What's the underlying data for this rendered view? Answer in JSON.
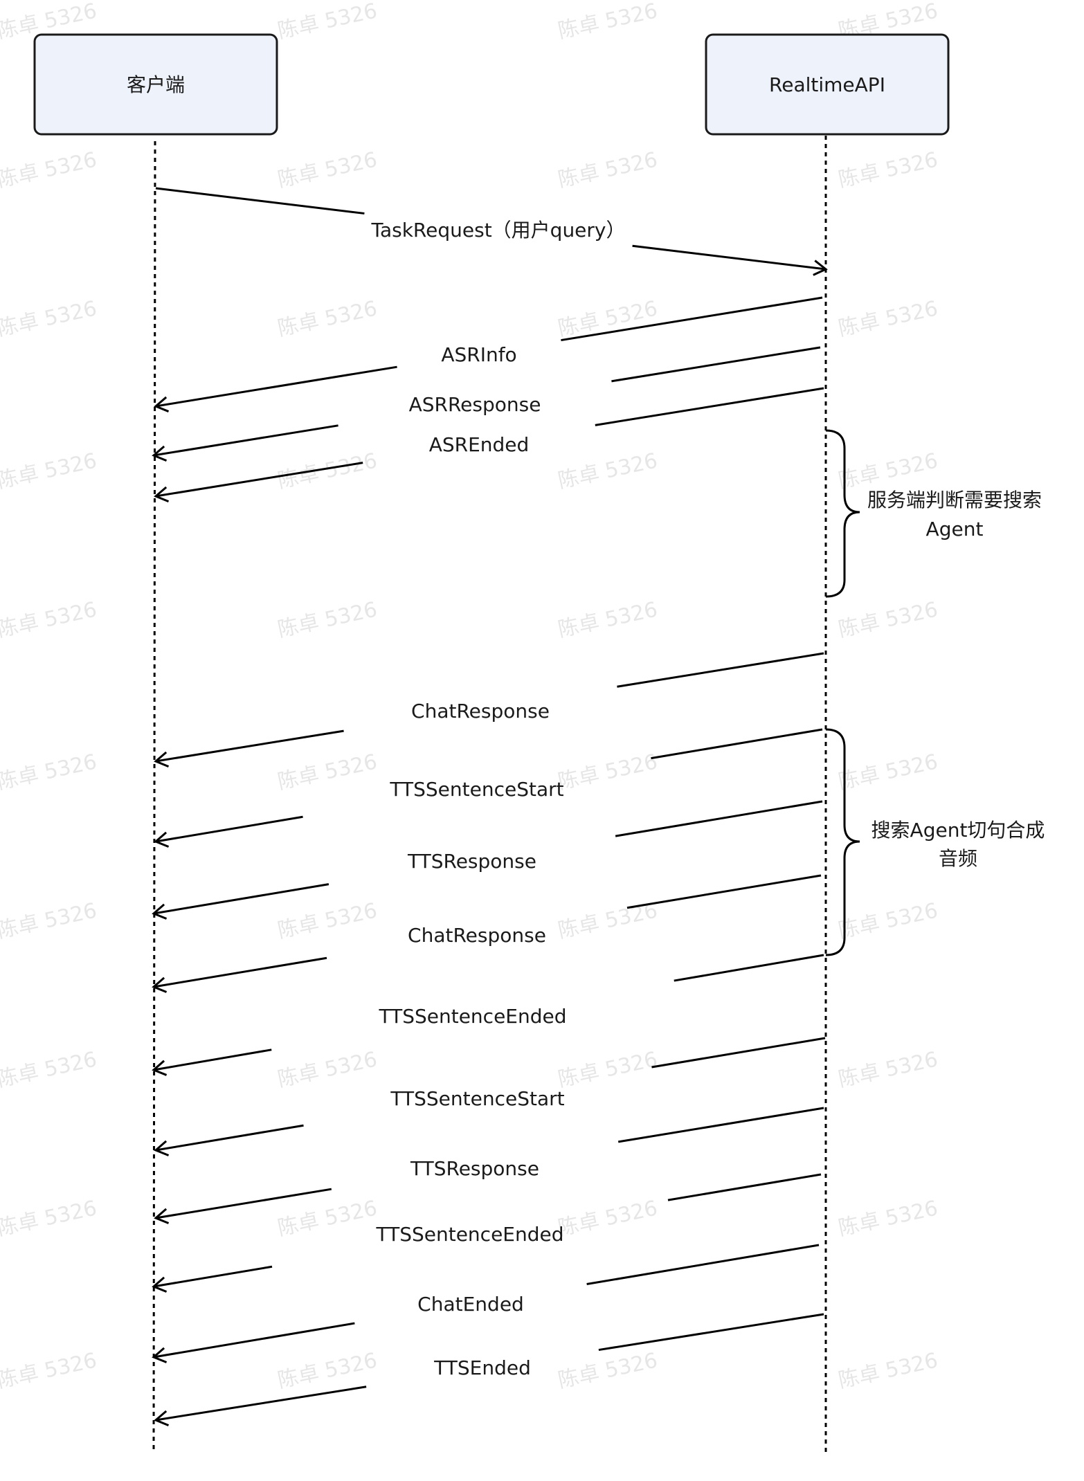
{
  "participants": {
    "client": "客户端",
    "server": "RealtimeAPI"
  },
  "messages": [
    {
      "id": "task-request",
      "label": "TaskRequest（用户query）",
      "from": "client",
      "to": "server"
    },
    {
      "id": "asr-info",
      "label": "ASRInfo",
      "from": "server",
      "to": "client"
    },
    {
      "id": "asr-response",
      "label": "ASRResponse",
      "from": "server",
      "to": "client"
    },
    {
      "id": "asr-ended",
      "label": "ASREnded",
      "from": "server",
      "to": "client"
    },
    {
      "id": "chat-response-1",
      "label": "ChatResponse",
      "from": "server",
      "to": "client"
    },
    {
      "id": "tts-sentence-start-1",
      "label": "TTSSentenceStart",
      "from": "server",
      "to": "client"
    },
    {
      "id": "tts-response-1",
      "label": "TTSResponse",
      "from": "server",
      "to": "client"
    },
    {
      "id": "chat-response-2",
      "label": "ChatResponse",
      "from": "server",
      "to": "client"
    },
    {
      "id": "tts-sentence-ended-1",
      "label": "TTSSentenceEnded",
      "from": "server",
      "to": "client"
    },
    {
      "id": "tts-sentence-start-2",
      "label": "TTSSentenceStart",
      "from": "server",
      "to": "client"
    },
    {
      "id": "tts-response-2",
      "label": "TTSResponse",
      "from": "server",
      "to": "client"
    },
    {
      "id": "tts-sentence-ended-2",
      "label": "TTSSentenceEnded",
      "from": "server",
      "to": "client"
    },
    {
      "id": "chat-ended",
      "label": "ChatEnded",
      "from": "server",
      "to": "client"
    },
    {
      "id": "tts-ended",
      "label": "TTSEnded",
      "from": "server",
      "to": "client"
    }
  ],
  "notes": {
    "search_agent_decision": {
      "line1": "服务端判断需要搜索",
      "line2": "Agent"
    },
    "search_agent_tts": {
      "line1": "搜索Agent切句合成",
      "line2": "音频"
    }
  },
  "watermark": "陈卓 5326",
  "colors": {
    "participant_fill": "#eef2fb",
    "participant_stroke": "#1a1a1a",
    "line": "#000000",
    "watermark": "#b8b8b8"
  }
}
